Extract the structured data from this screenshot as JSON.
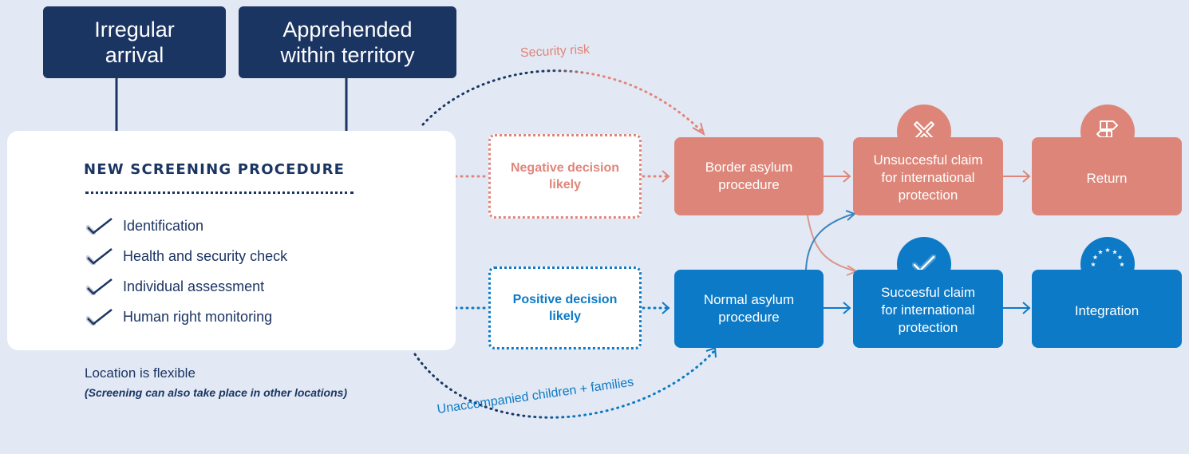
{
  "top_boxes": {
    "irregular": "Irregular\narrival",
    "apprehended": "Apprehended\nwithin territory"
  },
  "screening": {
    "title": "NEW SCREENING PROCEDURE",
    "checks": [
      "Identification",
      "Health and security check",
      "Individual assessment",
      "Human right monitoring"
    ]
  },
  "location": {
    "title": "Location is flexible",
    "subtitle": "(Screening can also take place in other locations)"
  },
  "decisions": {
    "negative": "Negative decision\nlikely",
    "positive": "Positive decision\nlikely"
  },
  "procedures": {
    "border": "Border asylum\nprocedure",
    "normal": "Normal asylum\nprocedure"
  },
  "outcomes": {
    "unsuccessful": "Unsuccesful claim\nfor international\nprotection",
    "successful": "Succesful claim\nfor international\nprotection",
    "return": "Return",
    "integration": "Integration"
  },
  "curve_labels": {
    "security": "Security risk",
    "children": "Unaccompanied children + families"
  },
  "colors": {
    "navy": "#1b3563",
    "salmon": "#dd8578",
    "blue": "#0c7ac6",
    "background": "#e2e9f4"
  },
  "icons": {
    "unsuccessful": "cross-icon",
    "successful": "check-icon",
    "return": "signpost-icon",
    "integration": "eu-stars-icon"
  }
}
